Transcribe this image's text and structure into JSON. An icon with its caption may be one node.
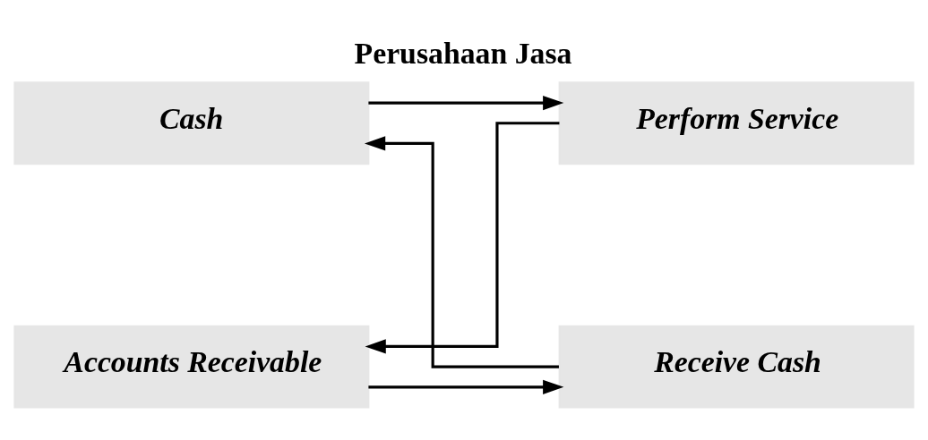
{
  "diagram": {
    "title": "Perusahaan Jasa",
    "nodes": [
      {
        "text": [
          "Cash"
        ]
      },
      {
        "text": [
          "Perform Service"
        ]
      },
      {
        "text": [
          "Accounts Receivable"
        ]
      },
      {
        "text": [
          "Receive Cash"
        ]
      }
    ],
    "edges": [
      {
        "from": 0,
        "to": 1,
        "arrow": "to"
      },
      {
        "from": 1,
        "to": 2,
        "arrow": "to"
      },
      {
        "from": 2,
        "to": 3,
        "arrow": "to"
      },
      {
        "from": 3,
        "to": 0,
        "arrow": "to"
      }
    ]
  }
}
